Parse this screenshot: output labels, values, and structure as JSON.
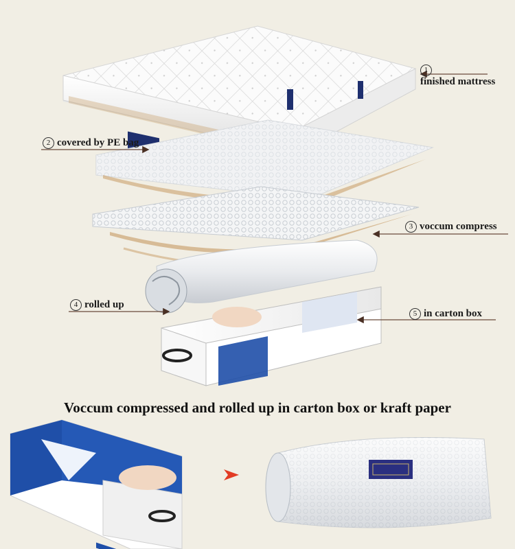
{
  "labels": [
    {
      "num": "1",
      "text": "finished mattress"
    },
    {
      "num": "2",
      "text": "covered by PE bag"
    },
    {
      "num": "3",
      "text": "voccum compress"
    },
    {
      "num": "4",
      "text": "rolled up"
    },
    {
      "num": "5",
      "text": "in carton box"
    }
  ],
  "caption": "Voccum compressed and rolled up in carton box or kraft paper",
  "colors": {
    "background": "#f1eee4",
    "box_blue": "#1f4fa8",
    "arrow_red": "#e23b24",
    "mattress_edge": "#c79a62"
  }
}
